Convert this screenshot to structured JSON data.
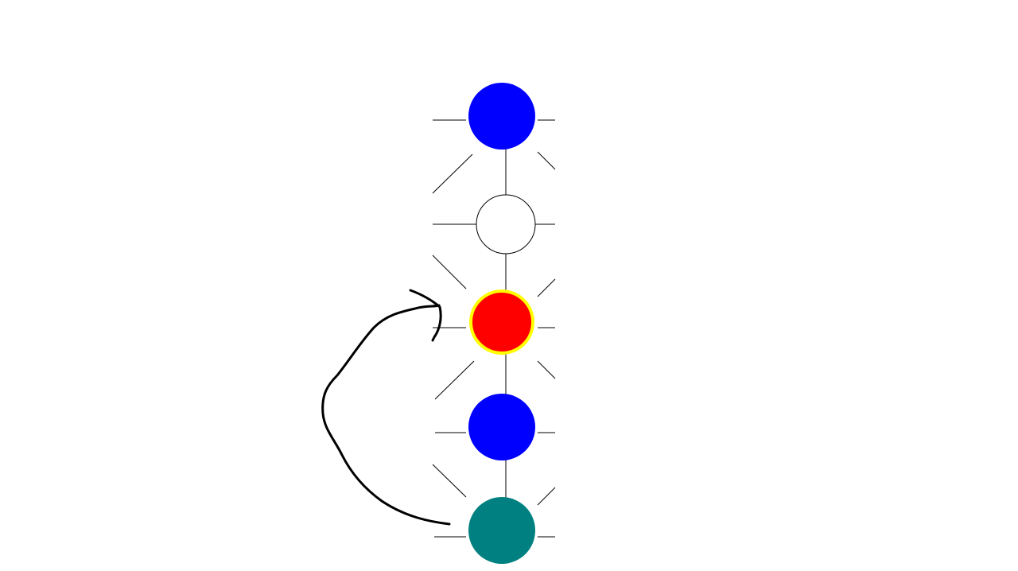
{
  "background": "#ffffff",
  "nodes": [
    {
      "id": "node-1",
      "fill": "#0000ff",
      "outline": "none",
      "highlighted": false
    },
    {
      "id": "node-2",
      "fill": "#ffffff",
      "outline": "#000000",
      "highlighted": false
    },
    {
      "id": "node-3",
      "fill": "#ff0000",
      "outline": "#ffff00",
      "highlighted": true
    },
    {
      "id": "node-4",
      "fill": "#0000ff",
      "outline": "none",
      "highlighted": false
    },
    {
      "id": "node-5",
      "fill": "#008080",
      "outline": "none",
      "highlighted": false
    }
  ],
  "edges": [
    {
      "from": "node-1",
      "to": "node-2"
    },
    {
      "from": "node-2",
      "to": "node-3"
    },
    {
      "from": "node-3",
      "to": "node-4"
    },
    {
      "from": "node-4",
      "to": "node-5"
    }
  ],
  "annotation": {
    "type": "hand-drawn-arrow",
    "from": "node-5",
    "to": "node-3",
    "color": "#000000"
  },
  "colors": {
    "line": "#000000",
    "highlight": "#ffff00"
  }
}
